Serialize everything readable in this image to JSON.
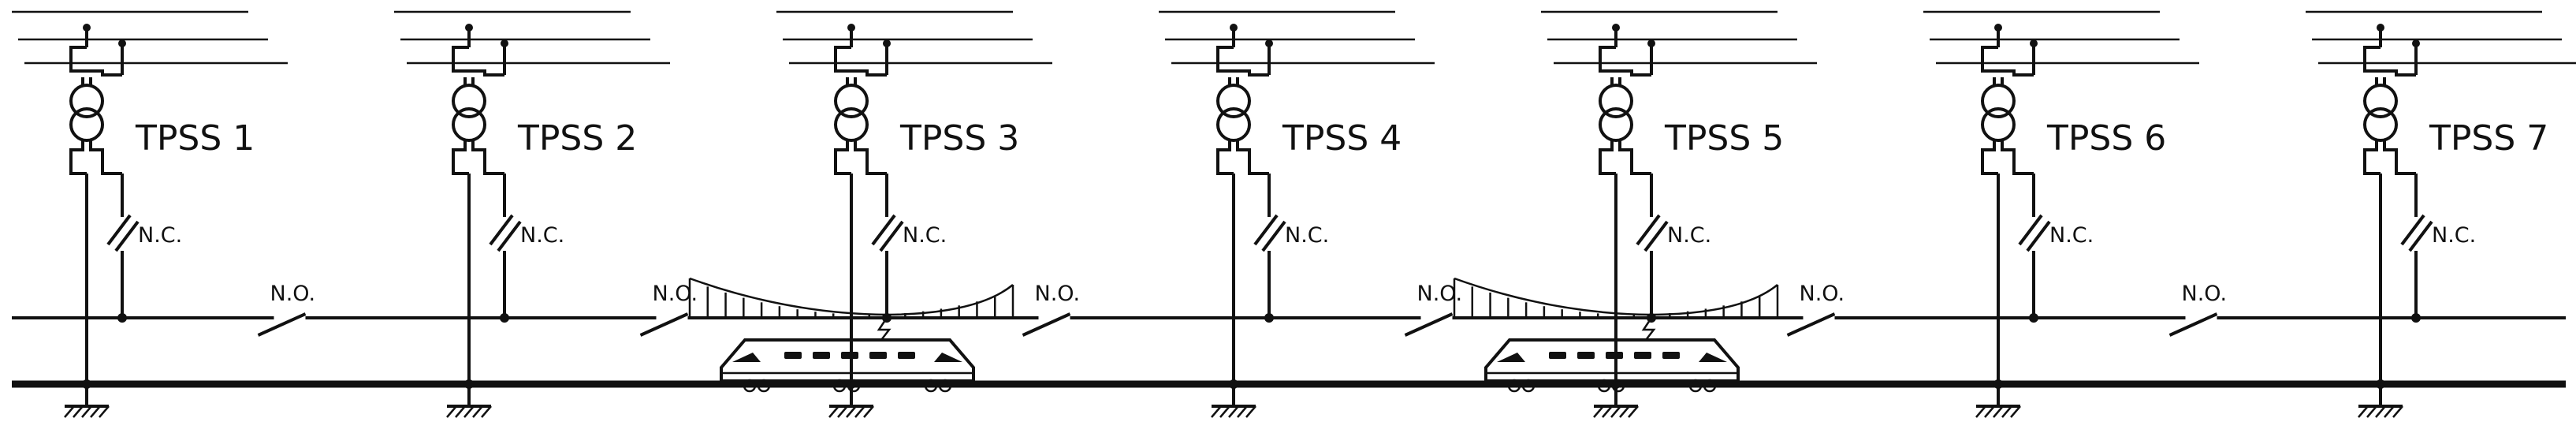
{
  "substations": [
    {
      "label": "TPSS 1",
      "switch_label": "N.C."
    },
    {
      "label": "TPSS 2",
      "switch_label": "N.C."
    },
    {
      "label": "TPSS 3",
      "switch_label": "N.C."
    },
    {
      "label": "TPSS 4",
      "switch_label": "N.C."
    },
    {
      "label": "TPSS 5",
      "switch_label": "N.C."
    },
    {
      "label": "TPSS 6",
      "switch_label": "N.C."
    },
    {
      "label": "TPSS 7",
      "switch_label": "N.C."
    }
  ],
  "sectioning_switches": [
    {
      "label": "N.O."
    },
    {
      "label": "N.O."
    },
    {
      "label": "N.O."
    },
    {
      "label": "N.O."
    },
    {
      "label": "N.O."
    },
    {
      "label": "N.O."
    }
  ],
  "trains": [
    {
      "position": "TPSS 3"
    },
    {
      "position": "TPSS 5"
    }
  ]
}
